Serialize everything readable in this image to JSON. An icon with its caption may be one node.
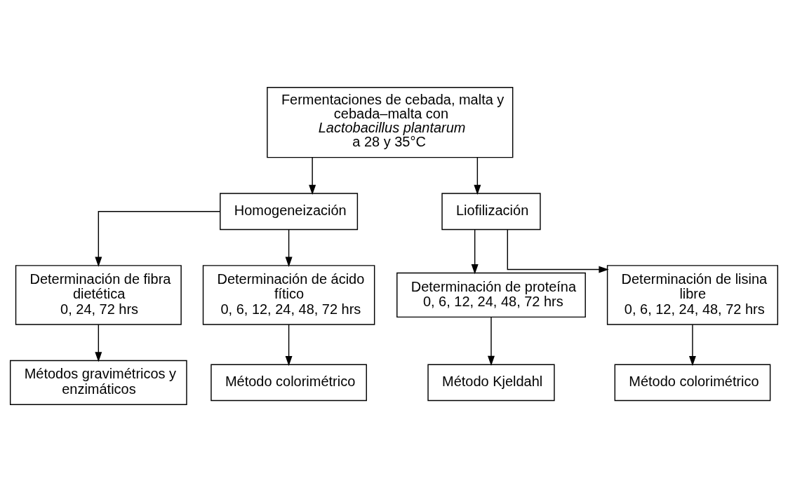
{
  "diagram": {
    "nodes": [
      {
        "text": [
          "Fermentaciones de cebada, malta y cebada–malta con *Lactobacillus plantarum* a 28 y 35°C"
        ]
      },
      {
        "text": [
          "Homogeneización"
        ]
      },
      {
        "text": [
          "Liofilización"
        ]
      },
      {
        "text": [
          "Determinación de fibra dietética",
          "0, 24, 72 hrs"
        ]
      },
      {
        "text": [
          "Determinación de ácido fítico",
          "0, 6, 12, 24, 48, 72 hrs"
        ]
      },
      {
        "text": [
          "Determinación de proteína",
          "0, 6, 12, 24, 48, 72 hrs"
        ]
      },
      {
        "text": [
          "Determinación de lisina libre",
          "0, 6, 12, 24, 48, 72 hrs"
        ]
      },
      {
        "text": [
          "Métodos gravimétricos y enzimáticos"
        ]
      },
      {
        "text": [
          "Método colorimétrico"
        ]
      },
      {
        "text": [
          "Método Kjeldahl"
        ]
      },
      {
        "text": [
          "Método colorimétrico"
        ]
      }
    ],
    "edges": [
      {
        "from": 0,
        "to": 1,
        "arrow": "to"
      },
      {
        "from": 0,
        "to": 2,
        "arrow": "to"
      },
      {
        "from": 1,
        "to": 3,
        "arrow": "to"
      },
      {
        "from": 1,
        "to": 4,
        "arrow": "to"
      },
      {
        "from": 2,
        "to": 5,
        "arrow": "to"
      },
      {
        "from": 2,
        "to": 6,
        "arrow": "to"
      },
      {
        "from": 3,
        "to": 7,
        "arrow": "to"
      },
      {
        "from": 4,
        "to": 8,
        "arrow": "to"
      },
      {
        "from": 5,
        "to": 9,
        "arrow": "to"
      },
      {
        "from": 6,
        "to": 10,
        "arrow": "to"
      }
    ]
  }
}
